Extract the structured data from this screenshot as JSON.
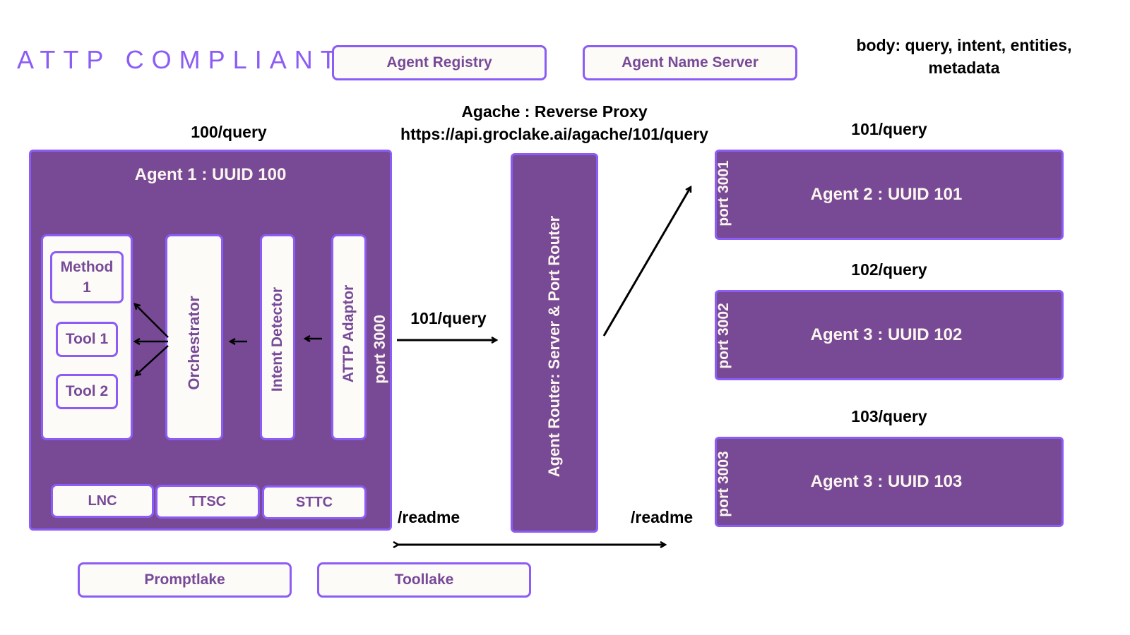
{
  "title": "ATTP COMPLIANT",
  "top_boxes": {
    "agent_registry": "Agent Registry",
    "agent_name_server": "Agent Name Server"
  },
  "body_note": {
    "line1": "body: query, intent, entities,",
    "line2": "metadata"
  },
  "proxy": {
    "name": "Agache : Reverse Proxy",
    "url": "https://api.groclake.ai/agache/101/query"
  },
  "agent1": {
    "route": "100/query",
    "title": "Agent 1 : UUID 100",
    "port": "port 3000",
    "method": [
      "Method",
      "1"
    ],
    "tools": [
      "Tool 1",
      "Tool 2"
    ],
    "orchestrator": "Orchestrator",
    "intent_detector": "Intent Detector",
    "attp_adaptor": "ATTP Adaptor",
    "bottom_modules": [
      "LNC",
      "TTSC",
      "STTC"
    ]
  },
  "outgoing_route": "101/query",
  "router": {
    "label": "Agent Router: Server & Port Router"
  },
  "readme": {
    "left": "/readme",
    "right": "/readme"
  },
  "remote_agents": [
    {
      "route": "101/query",
      "port": "port 3001",
      "title": "Agent 2 : UUID 101"
    },
    {
      "route": "102/query",
      "port": "port 3002",
      "title": "Agent 3 : UUID 102"
    },
    {
      "route": "103/query",
      "port": "port 3003",
      "title": "Agent 3 : UUID 103"
    }
  ],
  "bottom_boxes": {
    "promptlake": "Promptlake",
    "toollake": "Toollake"
  },
  "colors": {
    "accent": "#8b5cf6",
    "agent_fill": "#784a96",
    "panel_fill": "#fdfbf7",
    "text_purple": "#774a98"
  }
}
